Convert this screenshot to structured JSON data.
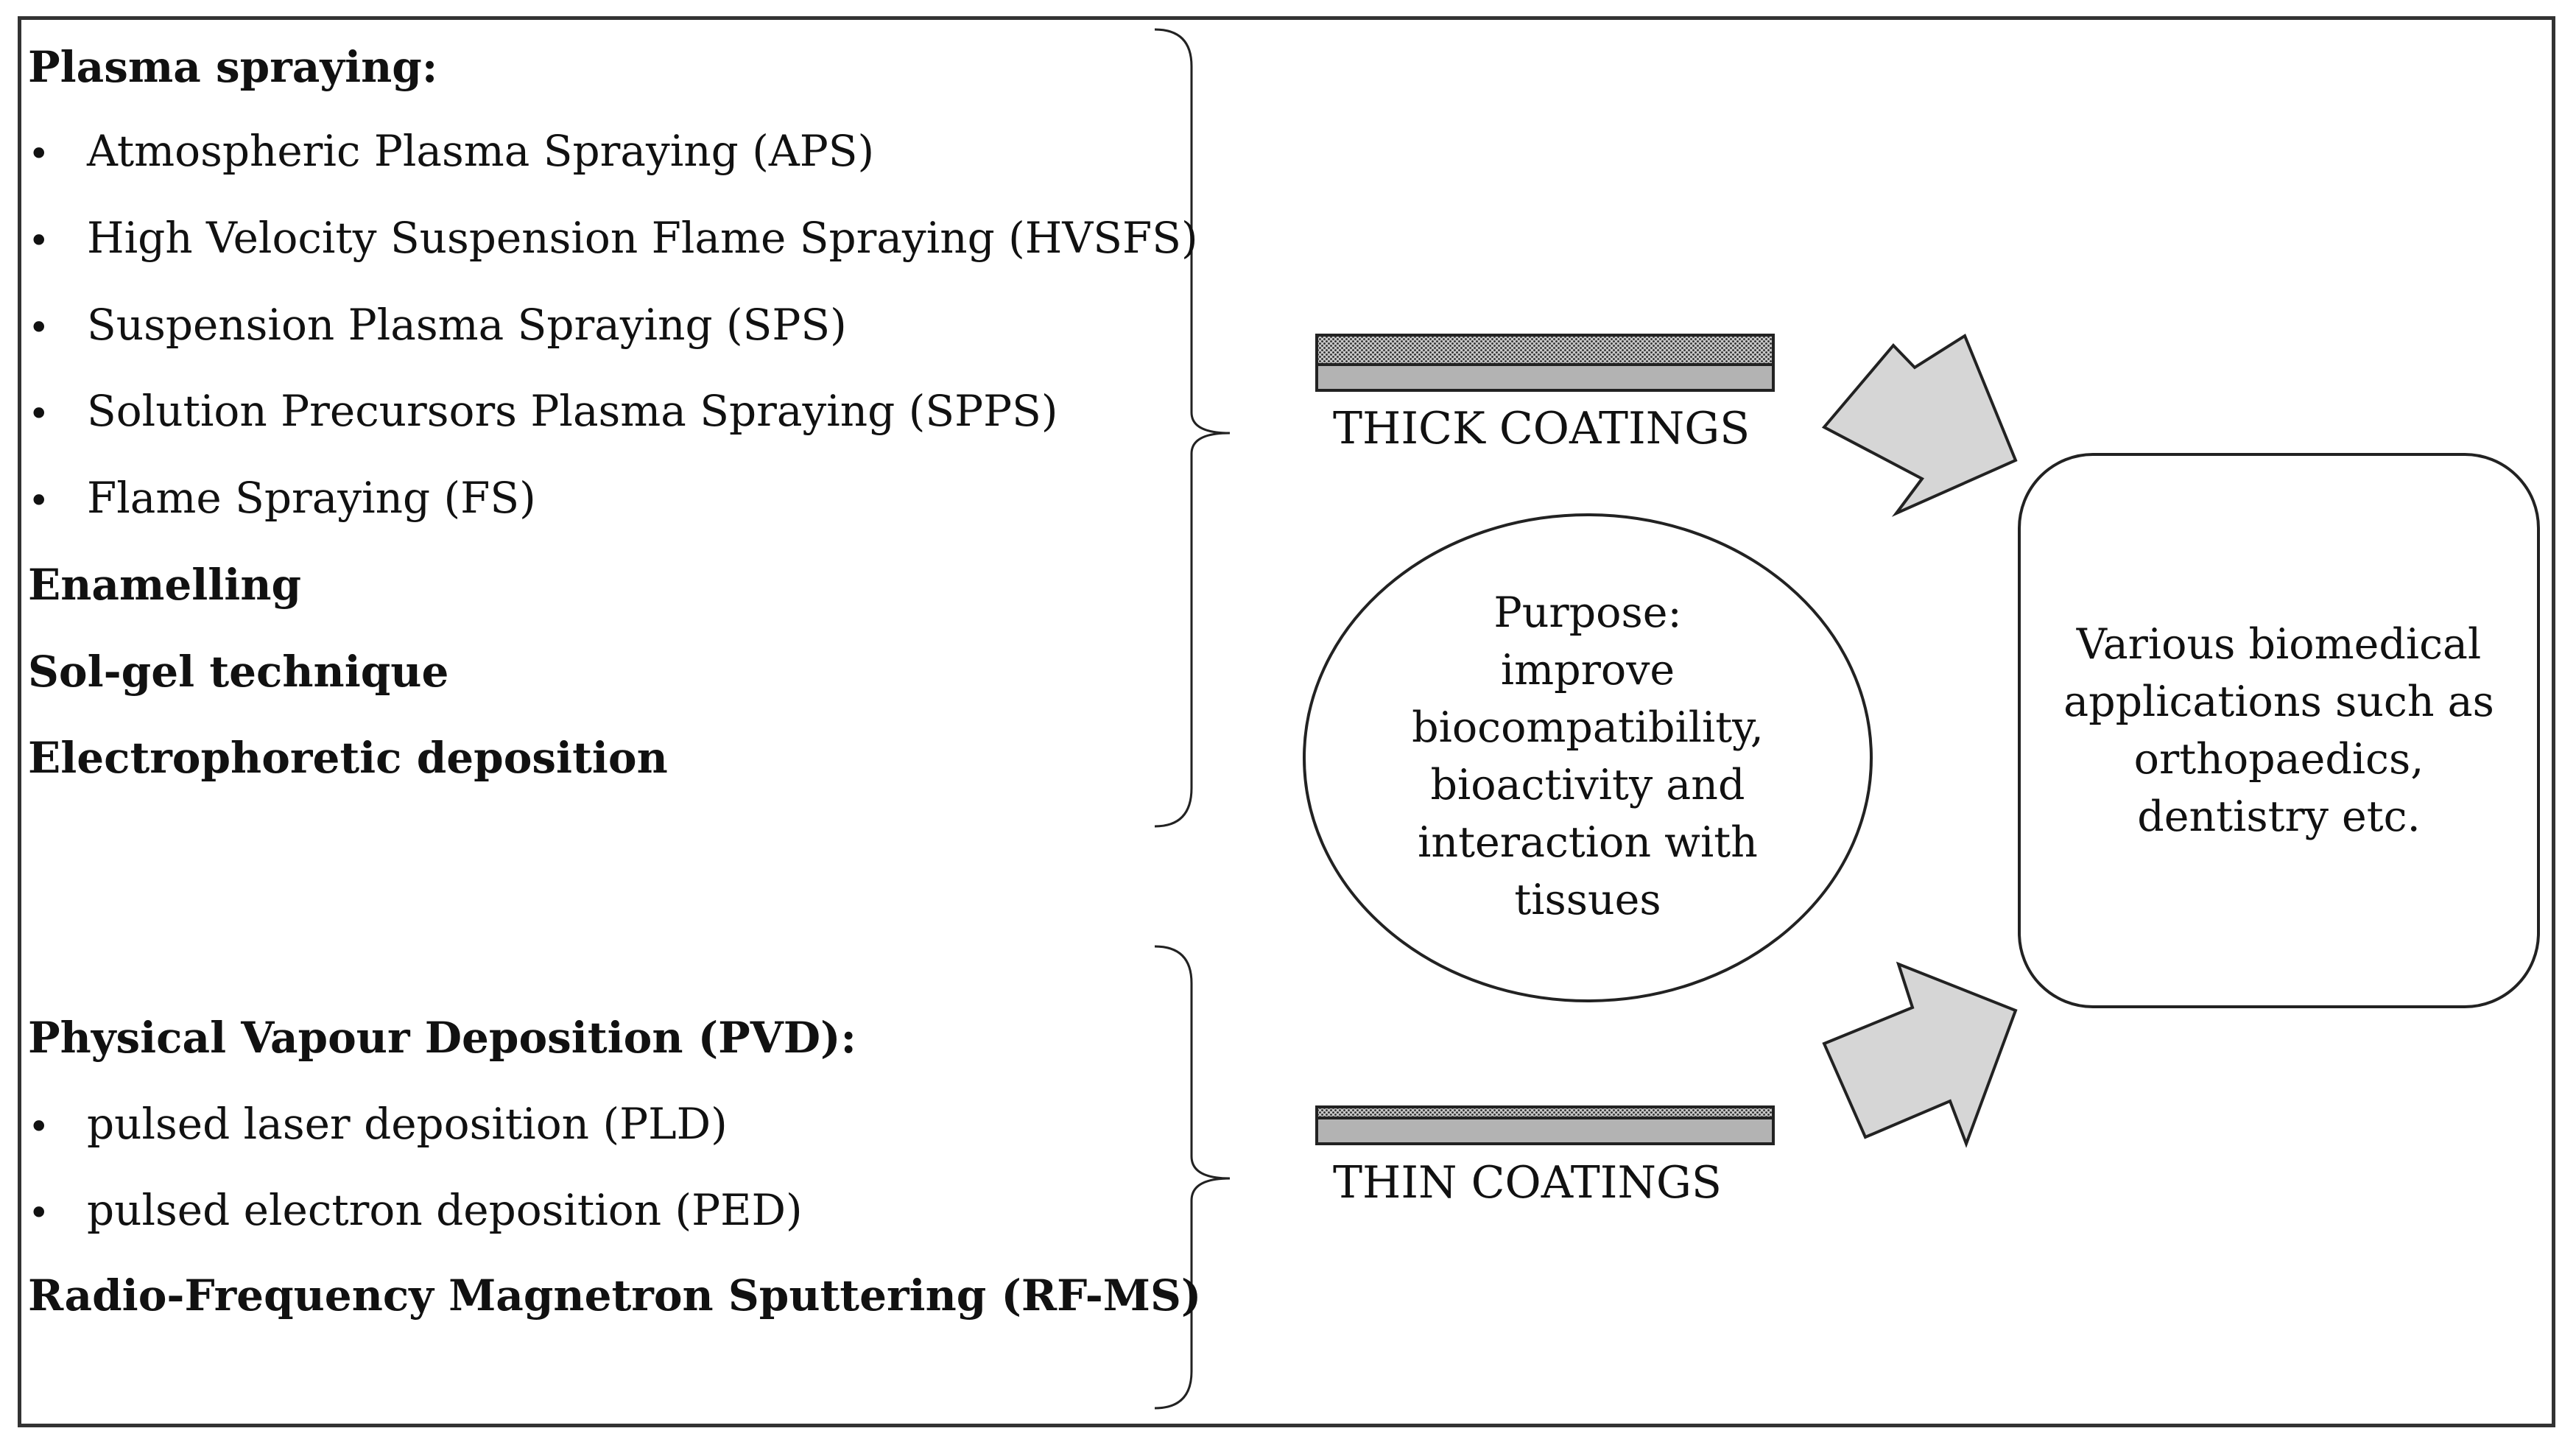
{
  "thick_group": {
    "heading": "Plasma spraying:",
    "items": [
      "Atmospheric Plasma Spraying (APS)",
      "High Velocity Suspension Flame Spraying (HVSFS)",
      "Suspension Plasma Spraying (SPS)",
      "Solution Precursors Plasma Spraying (SPPS)",
      "Flame Spraying (FS)"
    ],
    "others": [
      "Enamelling",
      "Sol-gel technique",
      "Electrophoretic deposition"
    ]
  },
  "thin_group": {
    "heading": "Physical Vapour Deposition (PVD):",
    "items": [
      "pulsed laser deposition (PLD)",
      "pulsed electron deposition (PED)"
    ],
    "others": [
      "Radio-Frequency Magnetron Sputtering (RF-MS)"
    ]
  },
  "bullet_glyph": "•",
  "thick_label": "THICK COATINGS",
  "thin_label": "THIN COATINGS",
  "purpose_lines": [
    "Purpose:",
    "improve",
    "biocompatibility,",
    "bioactivity and",
    "interaction with",
    "tissues"
  ],
  "application_lines": [
    "Various biomedical",
    "applications such as",
    "orthopaedics,",
    "dentistry etc."
  ],
  "colors": {
    "substrate_fill": "#b3b3b3",
    "coating_fill": "#5a5a5a",
    "arrow_fill": "#d6d6d6",
    "stroke": "#222222"
  }
}
